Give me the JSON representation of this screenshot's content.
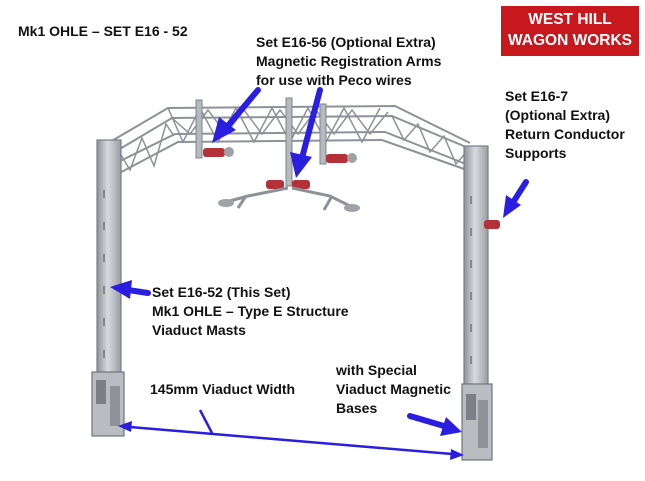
{
  "header": {
    "title": "Mk1 OHLE – SET E16 - 52"
  },
  "brand": {
    "line1": "WEST HILL",
    "line2": "WAGON WORKS"
  },
  "callouts": {
    "registration_arms": {
      "line1": "Set E16-56 (Optional Extra)",
      "line2": "Magnetic Registration Arms",
      "line3": "for use with Peco wires"
    },
    "return_conductor": {
      "line1": "Set E16-7",
      "line2": "(Optional Extra)",
      "line3": "Return Conductor",
      "line4": "Supports"
    },
    "masts": {
      "line1": "Set E16-52 (This Set)",
      "line2": "Mk1 OHLE – Type E Structure",
      "line3": "Viaduct Masts"
    },
    "bases": {
      "line1": "with Special",
      "line2": "Viaduct Magnetic",
      "line3": "Bases"
    },
    "width": {
      "label": "145mm Viaduct Width"
    }
  },
  "colors": {
    "arrow": "#2a1fe0",
    "brand": "#c8181e",
    "insulator": "#b5313a",
    "steel": "#a9adb2"
  }
}
